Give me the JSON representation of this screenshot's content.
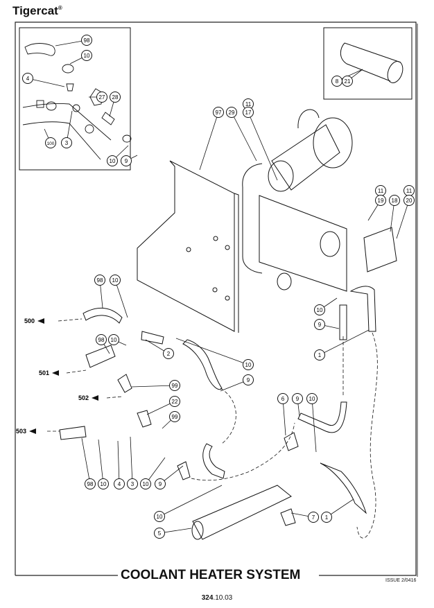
{
  "header": {
    "brand": "Tigercat",
    "trademark": "®"
  },
  "footer": {
    "title": "COOLANT HEATER SYSTEM",
    "issue": "ISSUE 2/0416",
    "page_bold": "324",
    "page_rest": ".10.03"
  },
  "colors": {
    "line": "#111111",
    "frame": "#222222",
    "shadow": "#9a9a9a"
  },
  "callouts": [
    {
      "label": "98",
      "group": "inset-fittings"
    },
    {
      "label": "10",
      "group": "inset-fittings"
    },
    {
      "label": "4",
      "group": "inset-fittings"
    },
    {
      "label": "27",
      "group": "inset-fittings"
    },
    {
      "label": "28",
      "group": "inset-fittings"
    },
    {
      "label": "100",
      "group": "inset-fittings"
    },
    {
      "label": "3",
      "group": "inset-fittings"
    },
    {
      "label": "10",
      "group": "inset-fittings"
    },
    {
      "label": "9",
      "group": "inset-fittings"
    },
    {
      "label": "8",
      "group": "inset-sleeve"
    },
    {
      "label": "21",
      "group": "inset-sleeve"
    },
    {
      "label": "97",
      "group": "main"
    },
    {
      "label": "29",
      "group": "main"
    },
    {
      "label": "11",
      "group": "main"
    },
    {
      "label": "17",
      "group": "main"
    },
    {
      "label": "11",
      "group": "main"
    },
    {
      "label": "19",
      "group": "main"
    },
    {
      "label": "18",
      "group": "main"
    },
    {
      "label": "11",
      "group": "main"
    },
    {
      "label": "20",
      "group": "main"
    },
    {
      "label": "98",
      "group": "main"
    },
    {
      "label": "10",
      "group": "main"
    },
    {
      "label": "98",
      "group": "main"
    },
    {
      "label": "10",
      "group": "main"
    },
    {
      "label": "2",
      "group": "main"
    },
    {
      "label": "10",
      "group": "main"
    },
    {
      "label": "9",
      "group": "main"
    },
    {
      "label": "99",
      "group": "main"
    },
    {
      "label": "22",
      "group": "main"
    },
    {
      "label": "99",
      "group": "main"
    },
    {
      "label": "98",
      "group": "main"
    },
    {
      "label": "10",
      "group": "main"
    },
    {
      "label": "4",
      "group": "main"
    },
    {
      "label": "3",
      "group": "main"
    },
    {
      "label": "10",
      "group": "main"
    },
    {
      "label": "9",
      "group": "main"
    },
    {
      "label": "10",
      "group": "main"
    },
    {
      "label": "9",
      "group": "main"
    },
    {
      "label": "1",
      "group": "main"
    },
    {
      "label": "6",
      "group": "main"
    },
    {
      "label": "9",
      "group": "main"
    },
    {
      "label": "10",
      "group": "main"
    },
    {
      "label": "10",
      "group": "main"
    },
    {
      "label": "7",
      "group": "main"
    },
    {
      "label": "1",
      "group": "main"
    },
    {
      "label": "5",
      "group": "main"
    }
  ],
  "outlets": [
    {
      "label": "500"
    },
    {
      "label": "501"
    },
    {
      "label": "502"
    },
    {
      "label": "503"
    }
  ]
}
